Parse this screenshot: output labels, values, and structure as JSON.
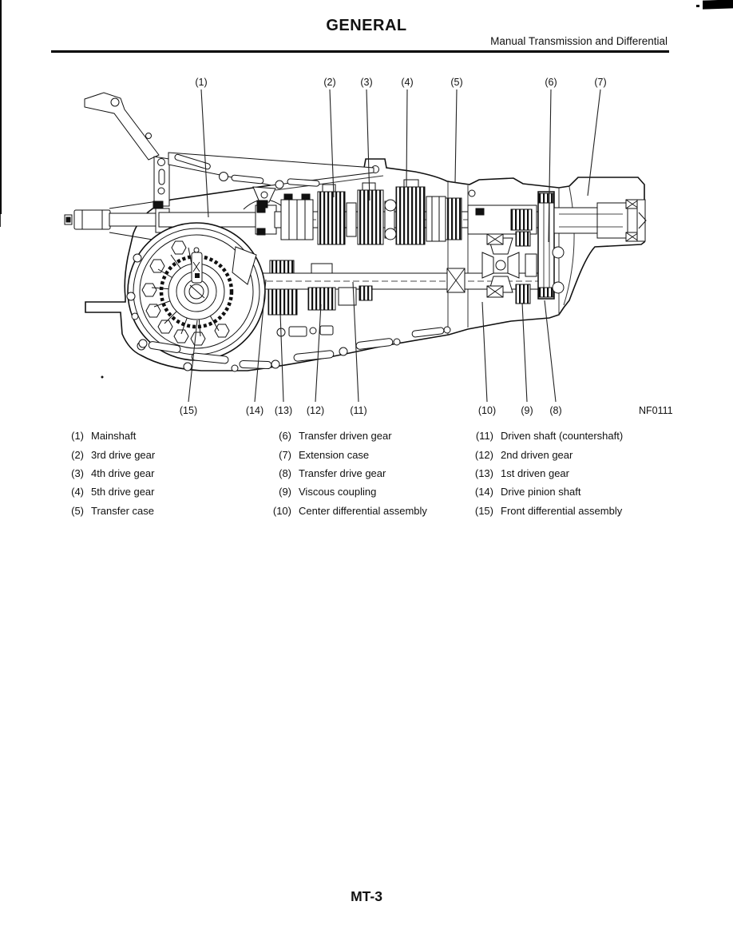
{
  "header": {
    "title": "GENERAL",
    "subtitle": "Manual Transmission and Differential"
  },
  "figure": {
    "code": "NF0111",
    "callouts": [
      "(1)",
      "(2)",
      "(3)",
      "(4)",
      "(5)",
      "(6)",
      "(7)",
      "(8)",
      "(9)",
      "(10)",
      "(11)",
      "(12)",
      "(13)",
      "(14)",
      "(15)"
    ]
  },
  "legend": {
    "columns": [
      {
        "items": [
          {
            "num": "(1)",
            "label": "Mainshaft"
          },
          {
            "num": "(2)",
            "label": "3rd drive gear"
          },
          {
            "num": "(3)",
            "label": "4th drive gear"
          },
          {
            "num": "(4)",
            "label": "5th drive gear"
          },
          {
            "num": "(5)",
            "label": "Transfer case"
          }
        ]
      },
      {
        "items": [
          {
            "num": "(6)",
            "label": "Transfer driven gear"
          },
          {
            "num": "(7)",
            "label": "Extension case"
          },
          {
            "num": "(8)",
            "label": "Transfer drive gear"
          },
          {
            "num": "(9)",
            "label": "Viscous coupling"
          },
          {
            "num": "(10)",
            "label": "Center differential assembly"
          }
        ]
      },
      {
        "items": [
          {
            "num": "(11)",
            "label": "Driven shaft (countershaft)"
          },
          {
            "num": "(12)",
            "label": "2nd driven gear"
          },
          {
            "num": "(13)",
            "label": "1st driven gear"
          },
          {
            "num": "(14)",
            "label": "Drive pinion shaft"
          },
          {
            "num": "(15)",
            "label": "Front differential assembly"
          }
        ]
      }
    ]
  },
  "footer": {
    "page_number": "MT-3"
  }
}
